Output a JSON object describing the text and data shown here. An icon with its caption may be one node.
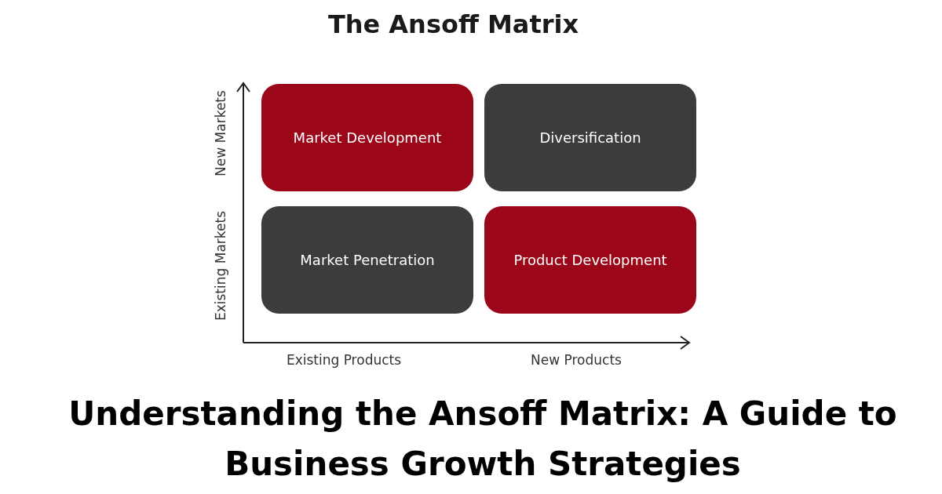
{
  "diagram": {
    "title": "The Ansoff Matrix",
    "caption": "Understanding the Ansoff Matrix: A Guide to Business Growth Strategies",
    "nodes": [
      {
        "text": [
          "Market Development"
        ]
      },
      {
        "text": [
          "Diversification"
        ]
      },
      {
        "text": [
          "Market Penetration"
        ]
      },
      {
        "text": [
          "Product Development"
        ]
      }
    ],
    "labels": [
      "New Markets",
      "Existing Markets",
      "Existing Products",
      "New Products"
    ]
  }
}
